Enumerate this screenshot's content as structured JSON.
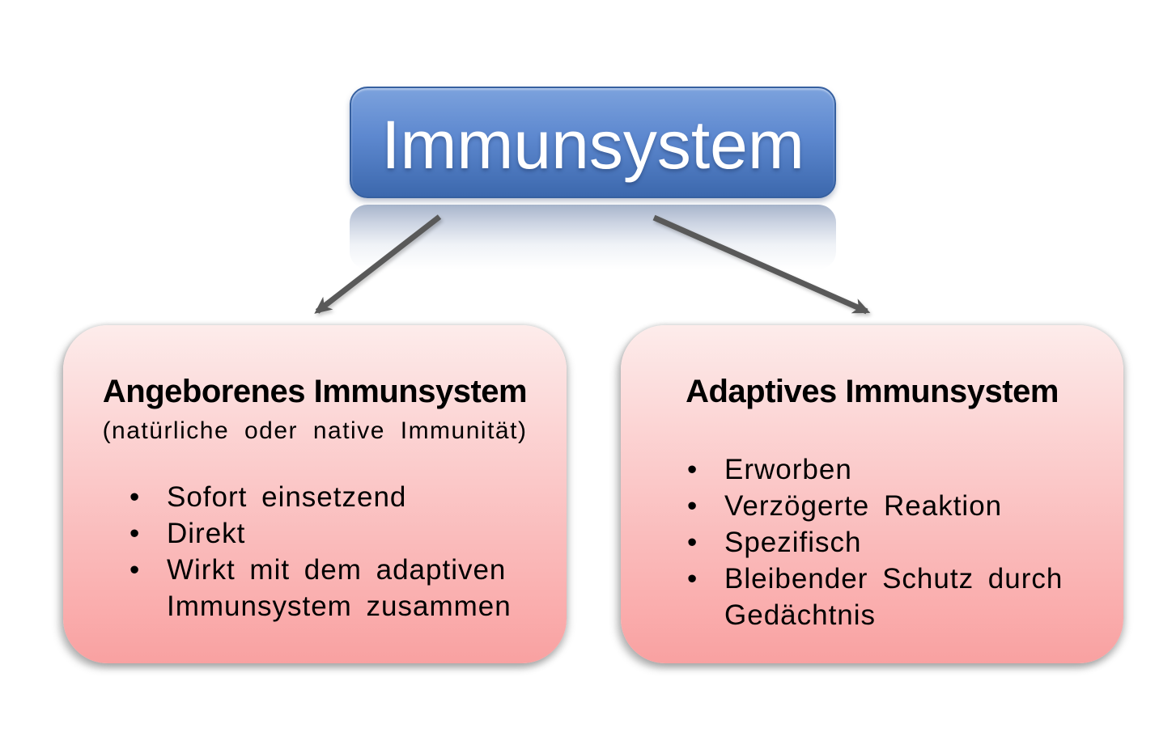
{
  "diagram": {
    "root": {
      "label": "Immunsystem"
    },
    "left_box": {
      "title": "Angeborenes Immunsystem",
      "subtitle": "(natürliche oder native Immunität)",
      "bullets": [
        "Sofort einsetzend",
        "Direkt",
        "Wirkt mit dem adaptiven Immunsystem zusammen"
      ]
    },
    "right_box": {
      "title": "Adaptives Immunsystem",
      "bullets": [
        "Erworben",
        "Verzögerte Reaktion",
        "Spezifisch",
        "Bleibender Schutz durch Gedächtnis"
      ]
    },
    "colors": {
      "root_fill_top": "#7ca2dd",
      "root_fill_mid": "#5d88cf",
      "root_fill_bottom": "#3c68ad",
      "root_border": "#3660a0",
      "root_text": "#ffffff",
      "child_fill_top": "#fdeceb",
      "child_fill_mid": "#fbc9c9",
      "child_fill_bottom": "#f9a1a1",
      "child_text": "#000000",
      "arrow": "#595959"
    }
  }
}
